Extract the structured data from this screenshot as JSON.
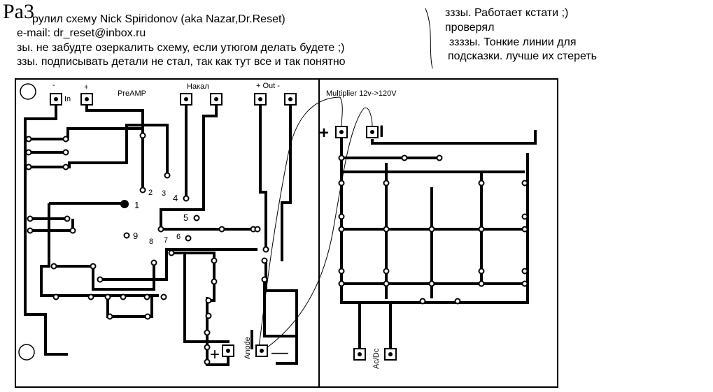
{
  "notes": {
    "sig": "Pa3",
    "line1": "рулил схему Nick Spiridonov (aka Nazar,Dr.Reset)",
    "line2": "e-mail: dr_reset@inbox.ru",
    "line3": "зы. не забудте озеркалить схему, если утюгом делать будете ;)",
    "line4": "ззы. подписывать детали не стал, так как тут все и так понятно",
    "right1": "зззы. Работает кстати ;)",
    "right2": "проверял",
    "right3": "ззззы. Тонкие линии для",
    "right4": "подсказки. лучше их стереть"
  },
  "board": {
    "label_in": "In",
    "label_minus": "-",
    "label_plus": "+",
    "label_preamp": "PreAMP",
    "label_nakal": "Накал",
    "label_out": "+ Out -",
    "label_multiplier": "Multiplier 12v->120V",
    "label_anode": "Anode",
    "label_acdc": "Ac/Dc",
    "sym_plus": "+",
    "sym_minus": "—",
    "sym_plus_big": "+",
    "sym_bar": "I",
    "n1": "1",
    "n2": "2",
    "n3": "3",
    "n4": "4",
    "n5": "5",
    "n6": "6",
    "n7": "7",
    "n8": "8",
    "n9": "9"
  },
  "colors": {
    "ink": "#000000",
    "paper": "#ffffff"
  }
}
